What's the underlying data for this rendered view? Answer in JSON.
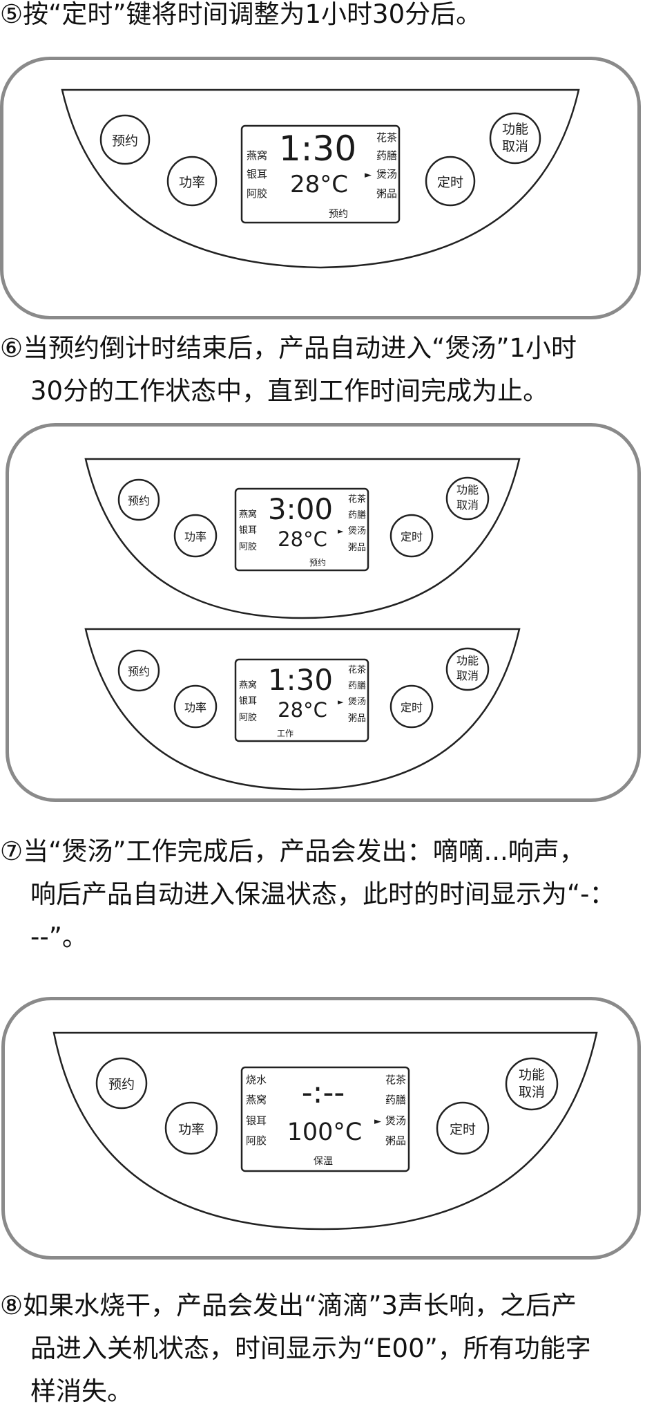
{
  "steps": {
    "s5": {
      "marker": "⑤",
      "lines": [
        "按“定时”键将时间调整为1小时30分后。"
      ]
    },
    "s6": {
      "marker": "⑥",
      "lines": [
        "当预约倒计时结束后，产品自动进入“煲汤”1小时",
        "30分的工作状态中，直到工作时间完成为止。"
      ]
    },
    "s7": {
      "marker": "⑦",
      "lines": [
        "当“煲汤”工作完成后，产品会发出：嘀嘀...响声，",
        "响后产品自动进入保温状态，此时的时间显示为“-：",
        "--”。"
      ]
    },
    "s8": {
      "marker": "⑧",
      "lines": [
        "如果水烧干，产品会发出“滴滴”3声长响，之后产",
        "品进入关机状态，时间显示为“E00”，所有功能字",
        "样消失。"
      ]
    }
  },
  "buttons": {
    "reserve": "预约",
    "power": "功率",
    "timer": "定时",
    "cancel_line1": "功能",
    "cancel_line2": "取消"
  },
  "menu": {
    "left": [
      "燕窝",
      "银耳",
      "阿胶"
    ],
    "left_with_boil": [
      "烧水",
      "燕窝",
      "银耳",
      "阿胶"
    ],
    "right": [
      "花茶",
      "药膳",
      "煲汤",
      "粥品"
    ],
    "selected_marker": "►"
  },
  "displays": {
    "p1": {
      "time": "1:30",
      "temp": "28°C",
      "status": "预约"
    },
    "p2": {
      "time": "3:00",
      "temp": "28°C",
      "status": "预约"
    },
    "p3": {
      "time": "1:30",
      "temp": "28°C",
      "status": "工作"
    },
    "p4": {
      "time": "-:--",
      "temp": "100°C",
      "status": "保温"
    }
  }
}
